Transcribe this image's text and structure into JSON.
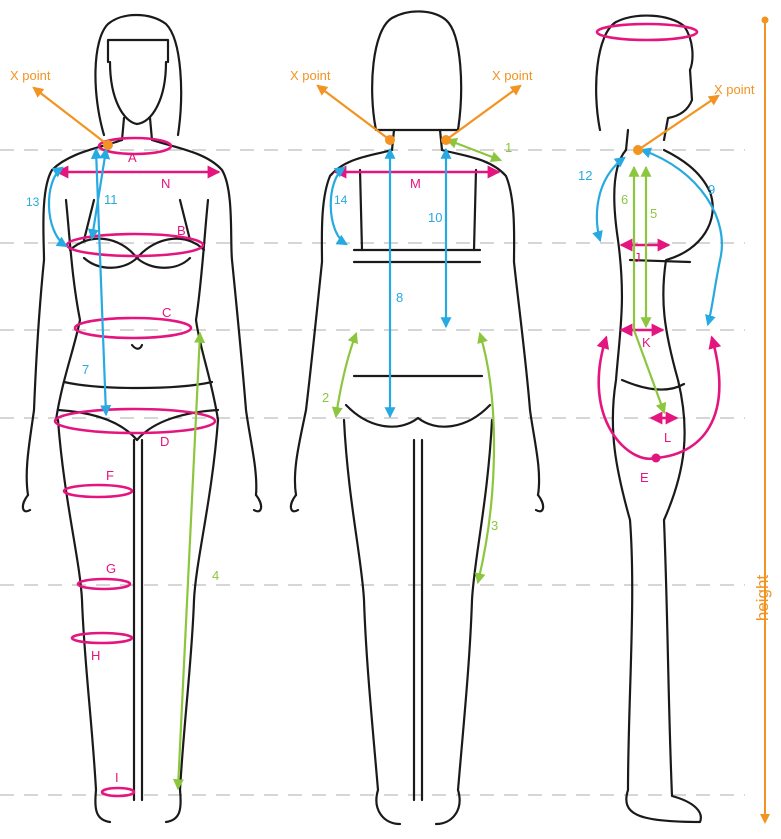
{
  "colors": {
    "magenta": "#e4157e",
    "blue": "#27a9e1",
    "green": "#8cc63f",
    "orange": "#f39321",
    "outline": "#1a1a1a",
    "guide": "#bdbdbd"
  },
  "labels": {
    "x_point": "X point",
    "height": "height",
    "girths": {
      "A": "A",
      "B": "B",
      "C": "C",
      "D": "D",
      "E": "E",
      "F": "F",
      "G": "G",
      "H": "H",
      "I": "I",
      "J": "J",
      "K": "K",
      "L": "L",
      "M": "M",
      "N": "N"
    },
    "lengths": {
      "n1": "1",
      "n2": "2",
      "n3": "3",
      "n4": "4",
      "n5": "5",
      "n6": "6",
      "n7": "7",
      "n8": "8",
      "n9": "9",
      "n10": "10",
      "n11": "11",
      "n12": "12",
      "n13": "13",
      "n14": "14"
    }
  },
  "views": [
    "front",
    "back",
    "side"
  ]
}
